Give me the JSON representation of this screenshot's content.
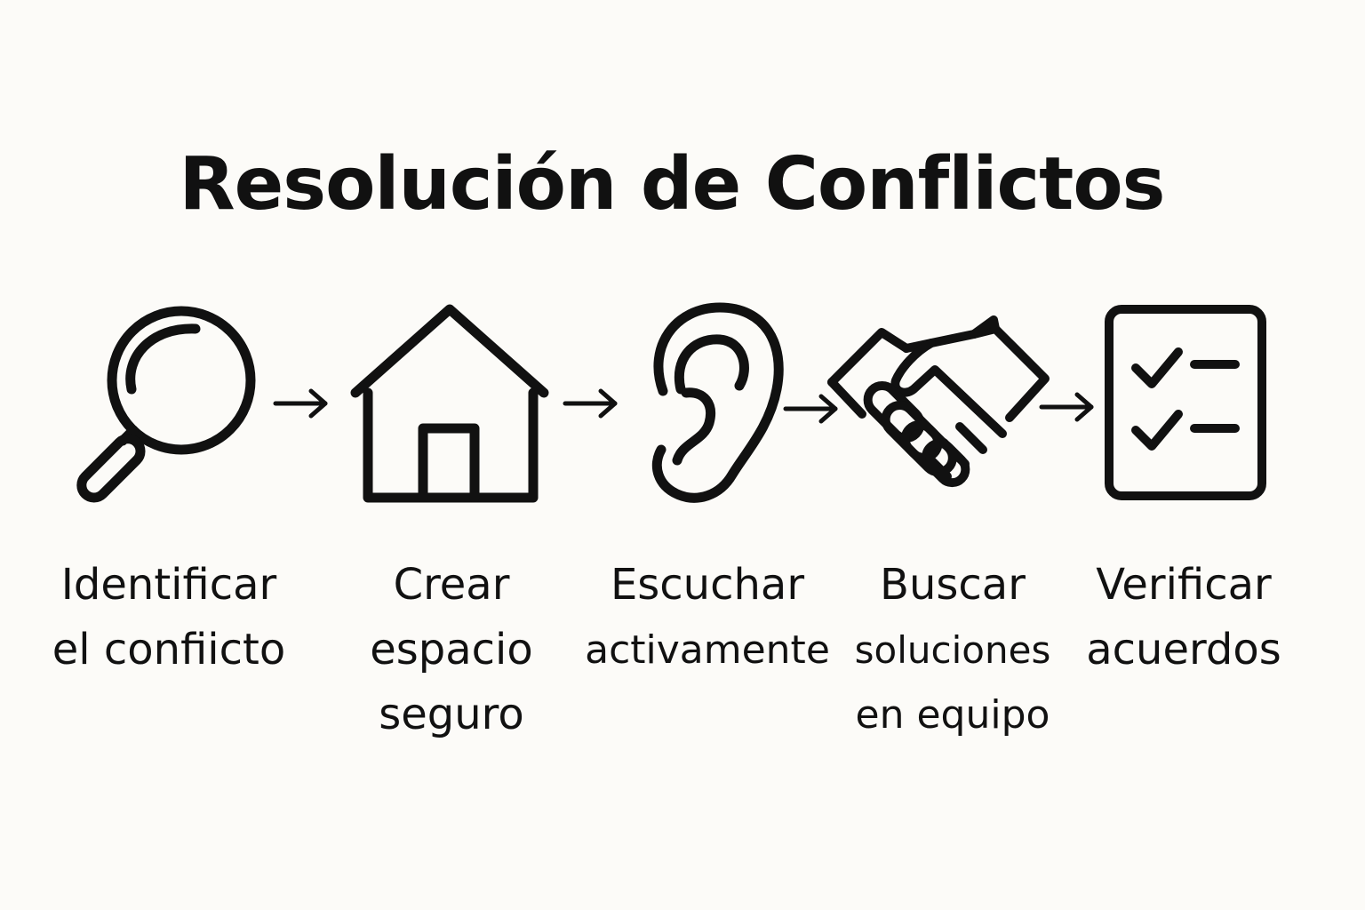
{
  "title": "Resolución de Conflictos",
  "steps": [
    {
      "icon": "magnifying-glass-icon",
      "lines": [
        "Identificar",
        "el confiicto"
      ]
    },
    {
      "icon": "house-icon",
      "lines": [
        "Crear",
        "espacio",
        "seguro"
      ]
    },
    {
      "icon": "ear-icon",
      "lines": [
        "Escuchar",
        "activamente"
      ]
    },
    {
      "icon": "handshake-icon",
      "lines": [
        "Buscar",
        "soluciones",
        "en equipo"
      ]
    },
    {
      "icon": "checklist-icon",
      "lines": [
        "Verificar",
        "acuerdos"
      ]
    }
  ],
  "colors": {
    "background": "#fcfbf8",
    "ink": "#111111"
  }
}
